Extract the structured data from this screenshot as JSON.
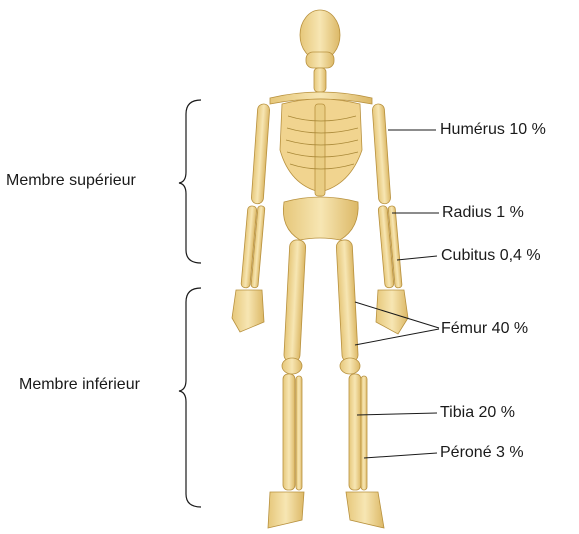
{
  "groups": {
    "upper": "Membre supérieur",
    "lower": "Membre inférieur"
  },
  "bones": {
    "humerus": "Humérus 10 %",
    "radius": "Radius 1 %",
    "cubitus": "Cubitus 0,4 %",
    "femur": "Fémur 40 %",
    "tibia": "Tibia 20 %",
    "perone": "Péroné 3 %"
  },
  "colors": {
    "bone": "#f3dc9c",
    "bone_shadow": "#d9b65f",
    "bone_outline": "#b8913e",
    "line": "#1a1a1a"
  },
  "icons": {
    "figure": "skeleton-illustration"
  }
}
